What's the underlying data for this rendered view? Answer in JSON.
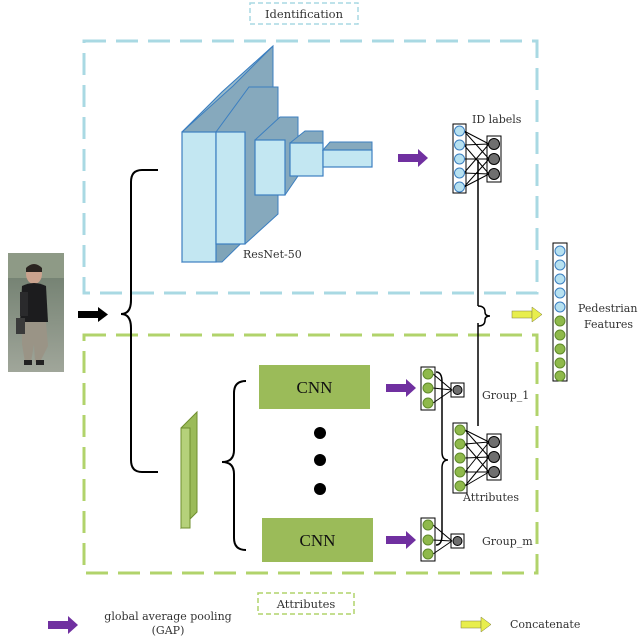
{
  "labels": {
    "identification": "Identification",
    "attributes_box": "Attributes",
    "resnet": "ResNet-50",
    "id_labels": "ID labels",
    "pedestrian": "Pedestrian",
    "features": "Features",
    "cnn_top": "CNN",
    "cnn_bottom": "CNN",
    "group_1": "Group_1",
    "group_m": "Group_m",
    "attributes_head": "Attributes"
  },
  "legend": {
    "gap_line1": "global average pooling",
    "gap_line2": "(GAP)",
    "concat": "Concatenate"
  },
  "colors": {
    "identification_box": "#a9d9e3",
    "attributes_box": "#b1d36b",
    "resnet_front": "#c3e7f2",
    "resnet_top": "#7fa4b8",
    "resnet_edge": "#3c7fc0",
    "cnn_fill": "#9bbb59",
    "gap_arrow": "#7030a0",
    "concat_arrow": "#e8ee4d",
    "blue_node": "#b7e1f0",
    "green_node": "#8fb94b",
    "gray_node": "#6f6f6f"
  }
}
